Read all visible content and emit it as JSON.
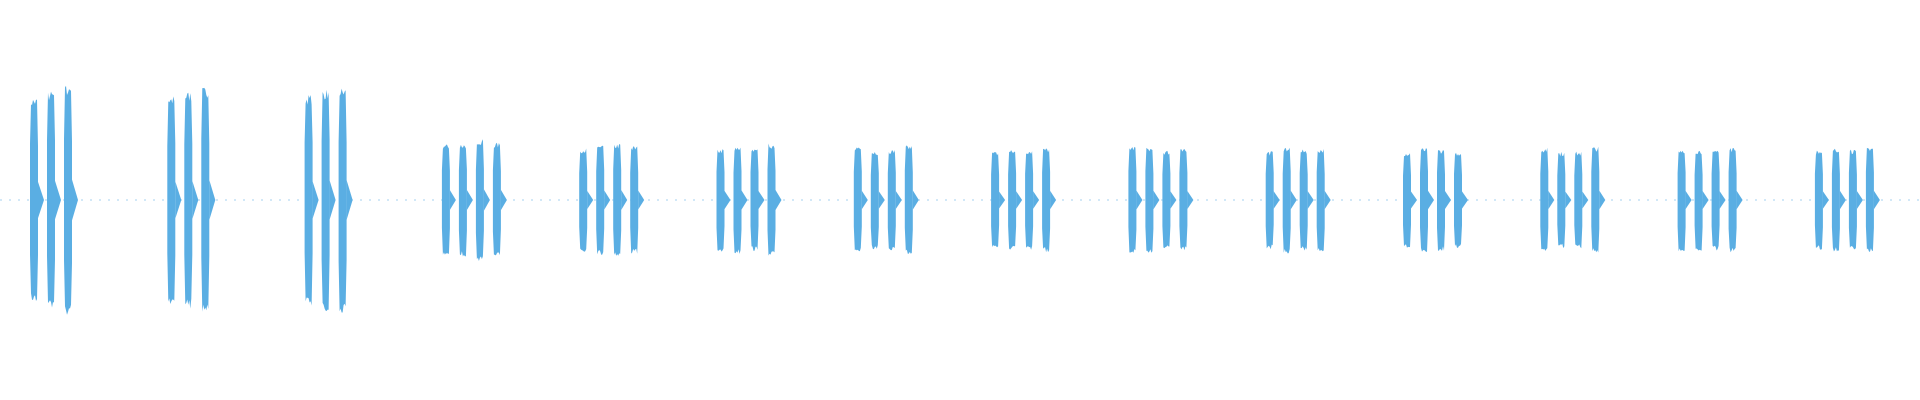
{
  "waveform": {
    "color": "#5aaee3",
    "description_role": "audio-waveform-display",
    "groups": [
      {
        "bursts": 3,
        "amplitude": 1.0
      },
      {
        "bursts": 3,
        "amplitude": 0.98
      },
      {
        "bursts": 3,
        "amplitude": 0.98
      },
      {
        "bursts": 4,
        "amplitude": 0.53
      },
      {
        "bursts": 4,
        "amplitude": 0.5
      },
      {
        "bursts": 4,
        "amplitude": 0.49
      },
      {
        "bursts": 4,
        "amplitude": 0.48
      },
      {
        "bursts": 4,
        "amplitude": 0.47
      },
      {
        "bursts": 4,
        "amplitude": 0.47
      },
      {
        "bursts": 4,
        "amplitude": 0.47
      },
      {
        "bursts": 4,
        "amplitude": 0.47
      },
      {
        "bursts": 4,
        "amplitude": 0.47
      },
      {
        "bursts": 4,
        "amplitude": 0.47
      },
      {
        "bursts": 4,
        "amplitude": 0.47
      }
    ]
  }
}
